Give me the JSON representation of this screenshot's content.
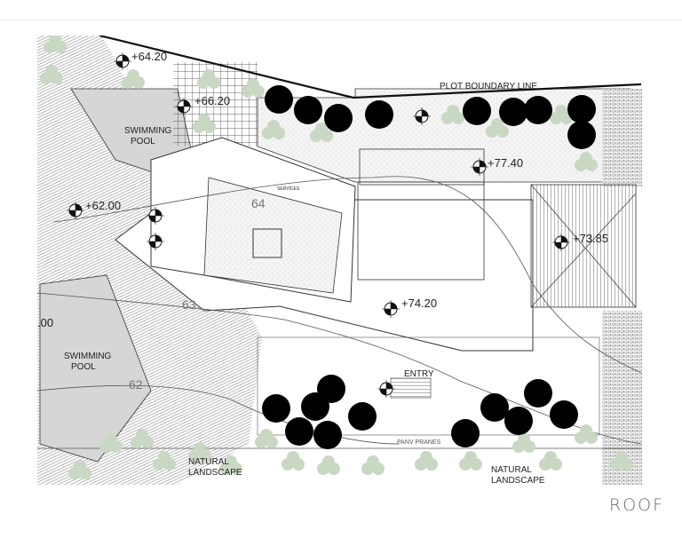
{
  "caption": "ROOF",
  "plan": {
    "labels": {
      "plot_boundary": "PLOT BOUNDARY LINE",
      "pool_top": [
        "SWIMMING",
        "POOL"
      ],
      "pool_bottom": [
        "SWIMMING",
        "POOL"
      ],
      "services": "SERVICES",
      "entry": "ENTRY",
      "panv_pranes": "PANV PRANES",
      "landscape_left": [
        "NATURAL",
        "LANDSCAPE"
      ],
      "landscape_right": [
        "NATURAL",
        "LANDSCAPE"
      ]
    },
    "elevations": [
      "+64.20",
      "+66.20",
      "+62.00",
      "+77.40",
      "+73.85",
      "+74.20",
      ".00"
    ],
    "contours": [
      "64",
      "63",
      "62"
    ],
    "colors": {
      "tree_dark": "#000000",
      "tree_green": "#c9d8c3",
      "line": "#333333"
    }
  }
}
